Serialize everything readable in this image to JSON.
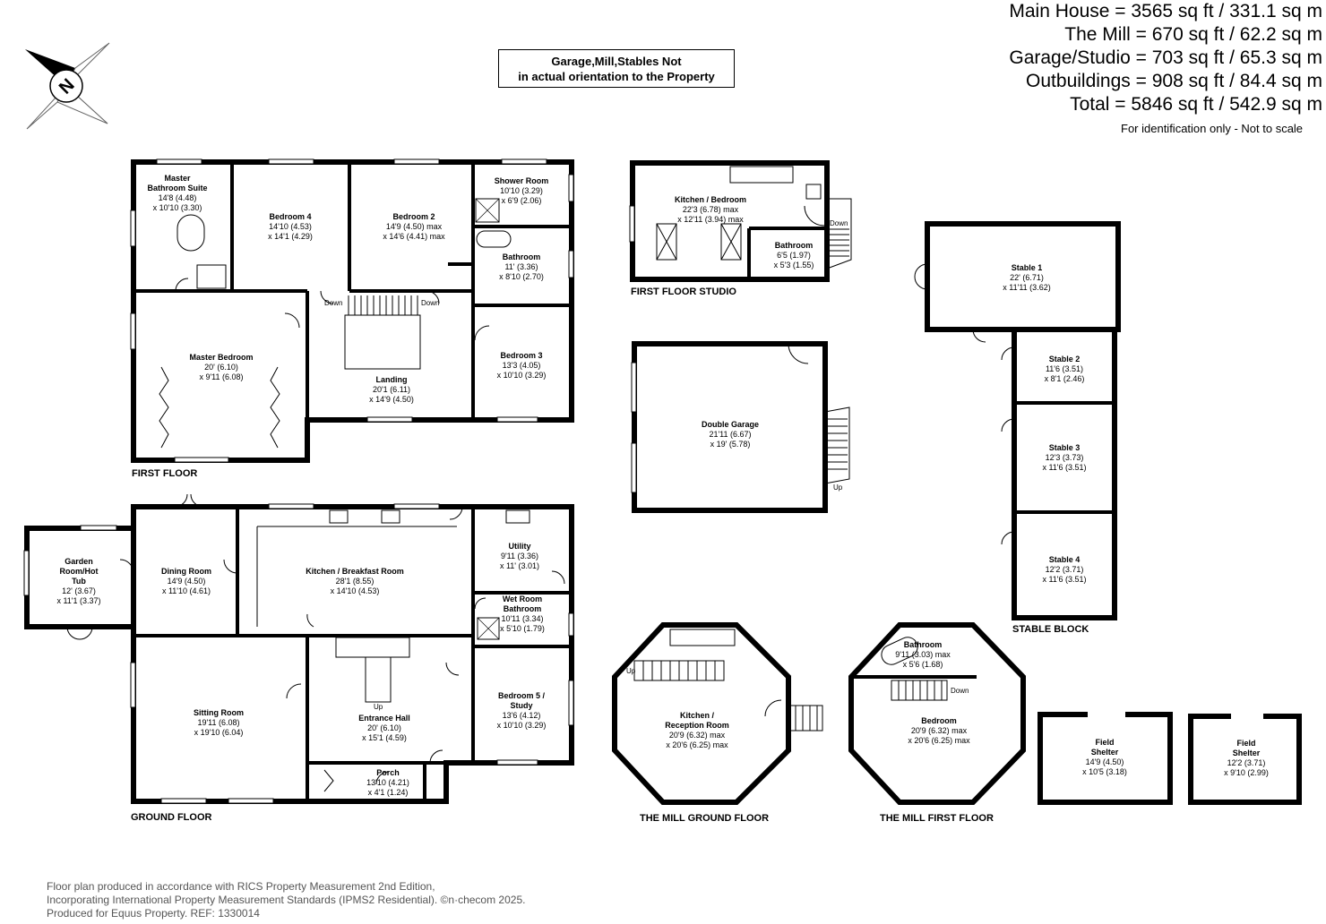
{
  "areas": [
    "Main House = 3565 sq ft / 331.1 sq m",
    "The Mill = 670 sq ft / 62.2 sq m",
    "Garage/Studio = 703 sq ft / 65.3 sq m",
    "Outbuildings = 908 sq ft / 84.4 sq m",
    "Total = 5846 sq ft / 542.9 sq m"
  ],
  "notice": "For identification only - Not to scale",
  "orientation_note": [
    "Garage,Mill,Stables Not",
    "in actual orientation to the Property"
  ],
  "compass_letter": "N",
  "compass_icon": "north-arrow-icon",
  "footer": [
    "Floor plan produced in accordance with RICS Property Measurement 2nd Edition,",
    "Incorporating International Property Measurement Standards (IPMS2 Residential).  ©n·checom 2025.",
    "Produced for Equus Property.   REF: 1330014"
  ],
  "sections": {
    "first_floor": "FIRST FLOOR",
    "ground_floor": "GROUND FLOOR",
    "studio": "FIRST FLOOR STUDIO",
    "mill_ground": "THE MILL GROUND FLOOR",
    "mill_first": "THE MILL FIRST FLOOR",
    "stable_block": "STABLE BLOCK"
  },
  "rooms": {
    "master_bathroom": [
      "Master",
      "Bathroom Suite",
      "14'8 (4.48)",
      "x 10'10 (3.30)"
    ],
    "bedroom4": [
      "Bedroom 4",
      "14'10 (4.53)",
      "x 14'1 (4.29)"
    ],
    "bedroom2": [
      "Bedroom 2",
      "14'9 (4.50) max",
      "x 14'6 (4.41) max"
    ],
    "shower_room": [
      "Shower Room",
      "10'10 (3.29)",
      "x 6'9 (2.06)"
    ],
    "bathroom_ff": [
      "Bathroom",
      "11' (3.36)",
      "x 8'10 (2.70)"
    ],
    "master_bedroom": [
      "Master Bedroom",
      "20' (6.10)",
      "x 9'11 (6.08)"
    ],
    "landing": [
      "Landing",
      "20'1 (6.11)",
      "x 14'9 (4.50)"
    ],
    "bedroom3": [
      "Bedroom 3",
      "13'3 (4.05)",
      "x 10'10 (3.29)"
    ],
    "garden_room": [
      "Garden",
      "Room/Hot",
      "Tub",
      "12' (3.67)",
      "x 11'1 (3.37)"
    ],
    "dining_room": [
      "Dining Room",
      "14'9 (4.50)",
      "x 11'10 (4.61)"
    ],
    "kitchen": [
      "Kitchen / Breakfast Room",
      "28'1 (8.55)",
      "x 14'10 (4.53)"
    ],
    "utility": [
      "Utility",
      "9'11 (3.36)",
      "x 11' (3.01)"
    ],
    "wet_room": [
      "Wet Room",
      "Bathroom",
      "10'11 (3.34)",
      "x 5'10 (1.79)"
    ],
    "sitting_room": [
      "Sitting Room",
      "19'11 (6.08)",
      "x 19'10 (6.04)"
    ],
    "entrance_hall": [
      "Entrance Hall",
      "20' (6.10)",
      "x 15'1 (4.59)"
    ],
    "bedroom5": [
      "Bedroom 5 /",
      "Study",
      "13'6 (4.12)",
      "x 10'10 (3.29)"
    ],
    "porch": [
      "Porch",
      "13'10 (4.21)",
      "x 4'1 (1.24)"
    ],
    "studio_kitchen": [
      "Kitchen / Bedroom",
      "22'3 (6.78) max",
      "x 12'11 (3.94) max"
    ],
    "studio_bathroom": [
      "Bathroom",
      "6'5 (1.97)",
      "x 5'3 (1.55)"
    ],
    "double_garage": [
      "Double Garage",
      "21'11 (6.67)",
      "x 19' (5.78)"
    ],
    "mill_kitchen": [
      "Kitchen /",
      "Reception Room",
      "20'9 (6.32) max",
      "x 20'6 (6.25) max"
    ],
    "mill_bathroom": [
      "Bathroom",
      "9'11 (3.03) max",
      "x 5'6 (1.68)"
    ],
    "mill_bedroom": [
      "Bedroom",
      "20'9 (6.32) max",
      "x 20'6 (6.25) max"
    ],
    "stable1": [
      "Stable 1",
      "22' (6.71)",
      "x 11'11 (3.62)"
    ],
    "stable2": [
      "Stable 2",
      "11'6 (3.51)",
      "x 8'1 (2.46)"
    ],
    "stable3": [
      "Stable 3",
      "12'3 (3.73)",
      "x 11'6 (3.51)"
    ],
    "stable4": [
      "Stable 4",
      "12'2 (3.71)",
      "x 11'6 (3.51)"
    ],
    "field_shelter1": [
      "Field",
      "Shelter",
      "14'9 (4.50)",
      "x 10'5 (3.18)"
    ],
    "field_shelter2": [
      "Field",
      "Shelter",
      "12'2 (3.71)",
      "x 9'10 (2.99)"
    ]
  },
  "stair_labels": {
    "down": "Down",
    "up": "Up"
  }
}
